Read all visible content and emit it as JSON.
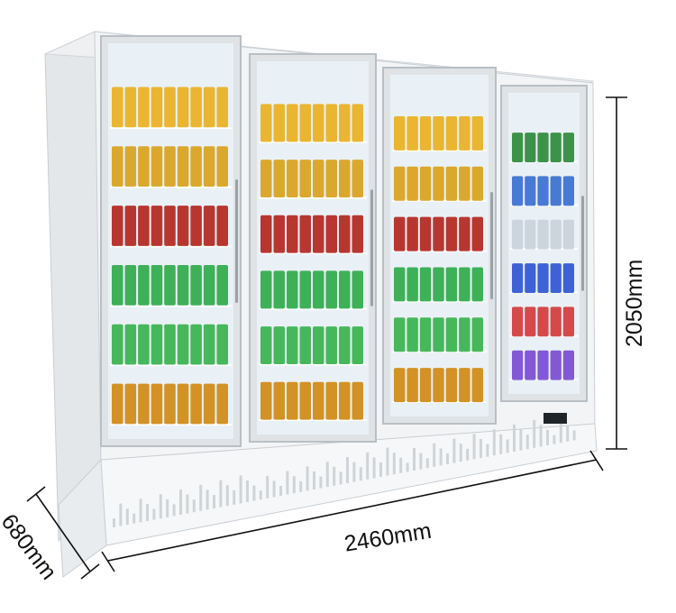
{
  "image": {
    "subject": "four-door glass display refrigerator stocked with beverages",
    "background_color": "#ffffff"
  },
  "dimensions": {
    "width_label": "2460mm",
    "height_label": "2050mm",
    "depth_label": "680mm"
  },
  "colors": {
    "cabinet": "#f2f4f6",
    "frame": "#e6e9ec",
    "interior": "#eaf1f6",
    "dimension_line": "#111111"
  },
  "shelf_products": [
    {
      "name": "canned drinks",
      "color": "#e9b020"
    },
    {
      "name": "canned tea",
      "color": "#d9a21c"
    },
    {
      "name": "red cans",
      "color": "#b3261e"
    },
    {
      "name": "green bottles",
      "color": "#2faa4a"
    },
    {
      "name": "green soda",
      "color": "#38b24d"
    },
    {
      "name": "iced tea bottles",
      "color": "#d08a12"
    }
  ],
  "right_door_products": [
    {
      "name": "beer bottles",
      "color": "#2e8a3a"
    },
    {
      "name": "blue cans",
      "color": "#3a6fd0"
    },
    {
      "name": "clear bottles",
      "color": "#c9d3da"
    },
    {
      "name": "blue bottles",
      "color": "#2f56d2"
    },
    {
      "name": "red bottles",
      "color": "#d23b3b"
    },
    {
      "name": "purple bottles",
      "color": "#7a4bd0"
    }
  ]
}
